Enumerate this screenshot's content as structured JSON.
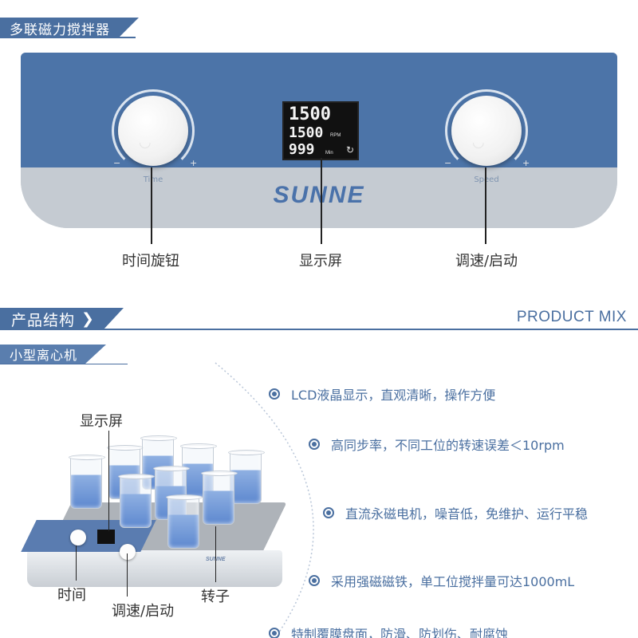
{
  "header": {
    "title": "多联磁力搅拌器"
  },
  "panel": {
    "left_knob_label": "Time",
    "right_knob_label": "Speed",
    "minus": "−",
    "plus": "+",
    "lcd": {
      "line1": "1500",
      "line2": "1500",
      "line2_unit": "RPM",
      "line3": "999",
      "line3_unit": "Min",
      "icon": "↻"
    },
    "brand": "SUNNE"
  },
  "callouts": {
    "time_knob": "时间旋钮",
    "display": "显示屏",
    "speed_start": "调速/启动"
  },
  "section": {
    "title": "产品结构",
    "chevron": "❯",
    "right_label": "PRODUCT MIX",
    "sub_title": "小型离心机"
  },
  "features": [
    "LCD液晶显示，直观清晰，操作方便",
    "高同步率，不同工位的转速误差＜10rpm",
    "直流永磁电机，噪音低，免维护、运行平稳",
    "采用强磁磁铁，单工位搅拌量可达1000mL",
    "特制覆膜盘面，防滑、防划伤、耐腐蚀"
  ],
  "device_callouts": {
    "display": "显示屏",
    "time": "时间",
    "speed_start": "调速/启动",
    "rotor": "转子"
  },
  "device_brand": "SUNNE",
  "colors": {
    "accent": "#4a6fa0",
    "panel_blue": "#4c74a8",
    "panel_grey": "#c5cbd2"
  }
}
